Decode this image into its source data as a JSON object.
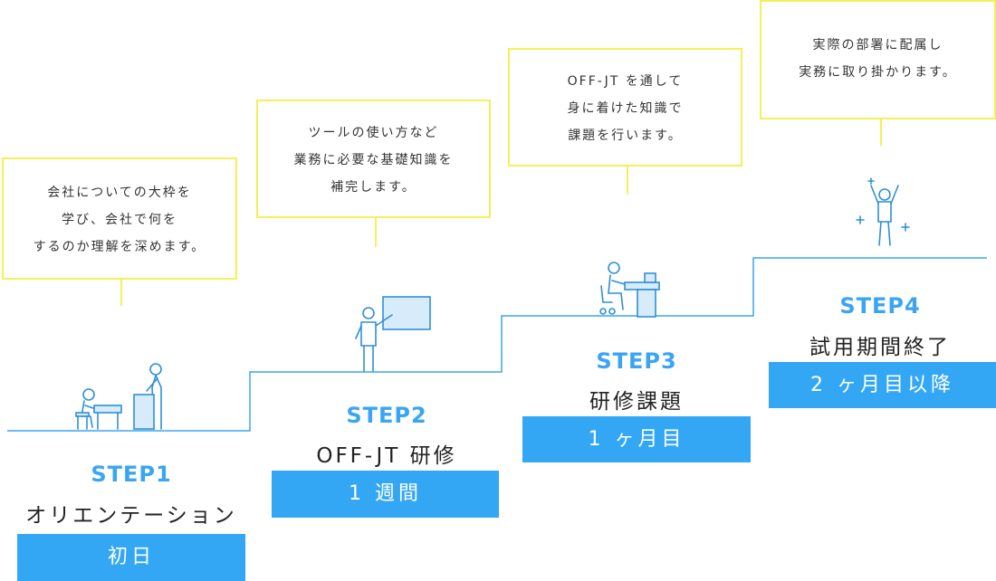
{
  "colors": {
    "accent": "#34a7f4",
    "line": "#3aa5f2",
    "bubble_border": "#f7ef5a",
    "text": "#222222"
  },
  "steps": [
    {
      "label": "STEP1",
      "name": "オリエンテーション",
      "period": "初日",
      "icon": "orientation-people-icon",
      "description": [
        "会社についての大枠を",
        "学び、会社で何を",
        "するのか理解を深めます。"
      ]
    },
    {
      "label": "STEP2",
      "name": "OFF-JT 研修",
      "period": "1 週間",
      "icon": "presenter-whiteboard-icon",
      "description": [
        "ツールの使い方など",
        "業務に必要な基礎知識を",
        "補完します。"
      ]
    },
    {
      "label": "STEP3",
      "name": "研修課題",
      "period": "1 ヶ月目",
      "icon": "person-at-desk-icon",
      "description": [
        "OFF-JT を通して",
        "身に着けた知識で",
        "課題を行います。"
      ]
    },
    {
      "label": "STEP4",
      "name": "試用期間終了",
      "period": "2 ヶ月目以降",
      "icon": "celebrating-person-icon",
      "description": [
        "実際の部署に配属し",
        "実務に取り掛かります。"
      ]
    }
  ]
}
